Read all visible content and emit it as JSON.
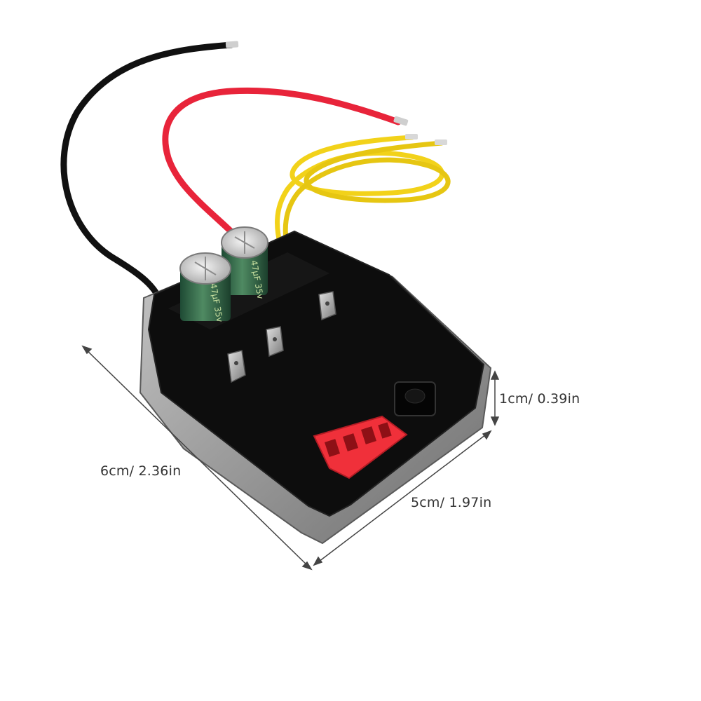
{
  "dimensions": {
    "height_label": "1cm/ 0.39in",
    "length_label": "6cm/ 2.36in",
    "width_label": "5cm/ 1.97in"
  },
  "capacitor_markings": {
    "front": "47µF 35v",
    "back": "47µF 35v"
  },
  "colors": {
    "board_black": "#0d0d0d",
    "housing_silver": "#9a9a9a",
    "connector_red": "#f0303a",
    "wire_red": "#e8243a",
    "wire_yellow": "#f2d21a",
    "wire_black": "#111111",
    "capacitor_green": "#2f6a4a"
  }
}
